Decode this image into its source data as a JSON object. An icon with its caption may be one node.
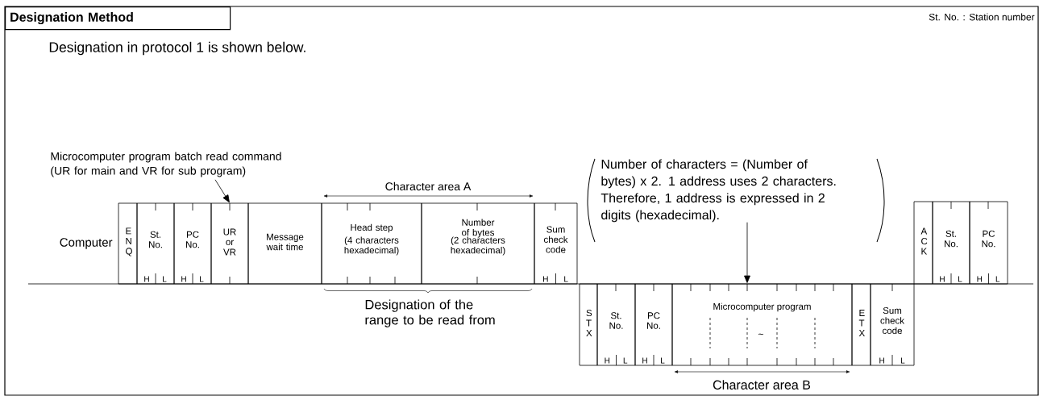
{
  "diagram": {
    "nodes": [
      {
        "text": [
          "Designation Method"
        ]
      },
      {
        "text": [
          "Microcomputer program batch read command (UR for main and VR for sub program)"
        ]
      },
      {
        "text": [
          "Number of characters = (Number of bytes) x 2. 1 address uses 2 characters. Therefore, 1 address is expressed in 2 digits (hexadecimal)."
        ]
      },
      {
        "text": [
          "ENQ"
        ]
      },
      {
        "text": [
          "St. No.",
          "H",
          "L"
        ]
      },
      {
        "text": [
          "PC No.",
          "H",
          "L"
        ]
      },
      {
        "text": [
          "UR or VR"
        ]
      },
      {
        "text": [
          "Message wait time"
        ]
      },
      {
        "text": [
          "Head step",
          "(4 characters hexadecimal)"
        ]
      },
      {
        "text": [
          "Number of bytes",
          "(2 characters hexadecimal)"
        ]
      },
      {
        "text": [
          "Sum check code",
          "H",
          "L"
        ]
      },
      {
        "text": [
          "ACK"
        ]
      },
      {
        "text": [
          "St. No.",
          "H",
          "L"
        ]
      },
      {
        "text": [
          "PC No.",
          "H",
          "L"
        ]
      },
      {
        "text": [
          "STX"
        ]
      },
      {
        "text": [
          "St. No.",
          "H",
          "L"
        ]
      },
      {
        "text": [
          "PC No.",
          "H",
          "L"
        ]
      },
      {
        "text": [
          "Microcomputer program",
          "~"
        ]
      },
      {
        "text": [
          "ETX"
        ]
      },
      {
        "text": [
          "Sum check code",
          "H",
          "L"
        ]
      }
    ],
    "edges": [
      {
        "from": 1,
        "to": 6,
        "arrow": "to"
      },
      {
        "from": 2,
        "to": 17,
        "arrow": "to"
      }
    ],
    "labels": [
      "St. No. : Station number",
      "Designation in protocol 1 is shown below.",
      "Computer",
      "Character area A",
      "Designation of the range to be read from",
      "Character area B"
    ]
  }
}
